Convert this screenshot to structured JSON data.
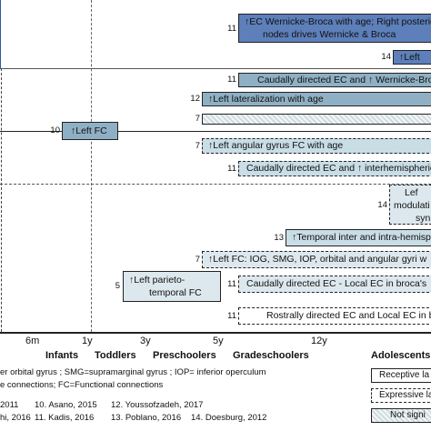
{
  "bars": [
    {
      "ref": "11",
      "text": "↑EC Wernicke-Broca with age; Right posterior",
      "text2": "nodes drives Wernicke & Broca",
      "color": "#5d7fba"
    },
    {
      "ref": "14",
      "text": "↑Left",
      "color": "#5d7fba"
    },
    {
      "ref": "11",
      "text": "Caudally directed EC and ↑ Wernicke-Broca-",
      "color": "#8fb0c4"
    },
    {
      "ref": "12",
      "text": "↑Left lateralization with age",
      "color": "#8fb0c4"
    },
    {
      "ref": "7",
      "text": "",
      "color": "#dfe8ec"
    },
    {
      "ref": "10",
      "text": "↑Left FC",
      "color": "#8fb0c4"
    },
    {
      "ref": "7",
      "text": "↑Left angular gyrus FC with age",
      "color": "#c9dde6"
    },
    {
      "ref": "11",
      "text": "Caudally directed EC and ↑ interhemispheric",
      "color": "#c9dde6"
    },
    {
      "ref": "14",
      "text": "Lef",
      "text2": "modulati",
      "text3": "syn",
      "color": "#dde8ee"
    },
    {
      "ref": "13",
      "text": "↑Temporal inter and intra-hemisp",
      "color": "#c9dde6"
    },
    {
      "ref": "7",
      "text": "↑Left FC: IOG, SMG, IOP, orbital and angular gyri w",
      "color": "#dde8ee"
    },
    {
      "ref": "5",
      "text": "↑Left parieto-",
      "text2": "temporal FC",
      "color": "#dde8ee"
    },
    {
      "ref": "11",
      "text": "Caudally directed EC - Local EC in broca's",
      "color": "#dde8ee"
    },
    {
      "ref": "11",
      "text": "Rostrally directed EC and Local EC in broc",
      "color": "#ffffff"
    }
  ],
  "axis": {
    "ticks": [
      "6m",
      "1y",
      "3y",
      "5y",
      "12y"
    ],
    "stages": [
      "Infants",
      "Toddlers",
      "Preschoolers",
      "Gradeschoolers",
      "Adolescents"
    ]
  },
  "footnotes": {
    "line1": "er orbital gyrus ; SMG=supramarginal gyrus ; IOP= inferior operculum",
    "line2": "e connections; FC=Functional connections"
  },
  "refs": [
    "2011",
    "10. Asano, 2015",
    "12. Youssofzadeh, 2017",
    "hi, 2016",
    "11. Kadis, 2016",
    "13. Poblano, 2016",
    "14. Doesburg, 2012"
  ],
  "legend": {
    "receptive": "Receptive la",
    "expressive": "Expressive la",
    "not_sig": "Not signi"
  },
  "colors": {
    "dark": "#5d7fba",
    "mid": "#8fb0c4",
    "light": "#c9dde6",
    "pale": "#dde8ee"
  }
}
